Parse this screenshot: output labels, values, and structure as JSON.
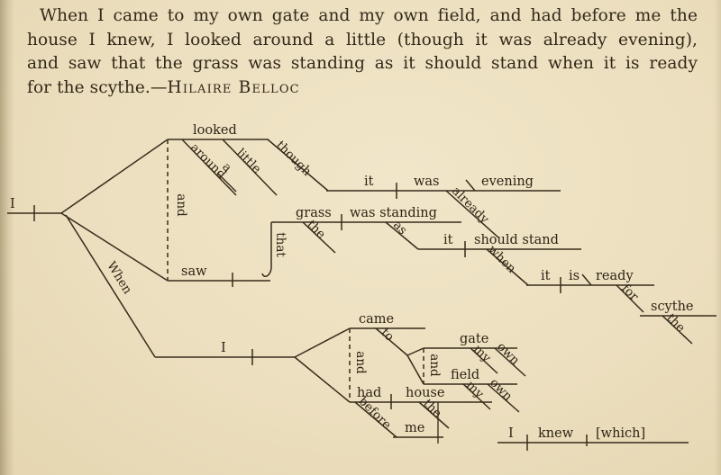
{
  "colors": {
    "paper": "#ecdfbf",
    "ink": "#2e2414",
    "line": "#372c1b"
  },
  "paragraph": {
    "lines": [
      "When I came to my own gate and my own field, and had before me the",
      "house I knew, I looked around a little (though it was already evening),",
      "and saw that the grass was standing as it should stand when it is ready",
      "for the scythe.—"
    ],
    "attribution": "Hilaire Belloc"
  },
  "diagram": {
    "main": {
      "subject": "I",
      "conj": "and",
      "verb1": "looked",
      "verb2": "saw",
      "mod_around": "around",
      "mod_a": "a",
      "mod_little": "little",
      "conj_though": "though",
      "conj_when": "When"
    },
    "though_clause": {
      "subject": "it",
      "verb": "was",
      "pred": "evening",
      "mod": "already"
    },
    "that_clause": {
      "conj": "that",
      "subject": "grass",
      "verb": "was standing",
      "mod_the": "the",
      "conj_as": "as"
    },
    "as_clause": {
      "subject": "it",
      "verb": "should stand",
      "conj_when": "when"
    },
    "when_clause": {
      "subject": "it",
      "verb": "is",
      "pred": "ready",
      "prep": "for",
      "obj": "scythe",
      "mod_the": "the"
    },
    "sub_clause": {
      "subject": "I",
      "conj": "and",
      "verb1": "came",
      "verb2": "had",
      "prep_to": "to",
      "obj_conj": "and",
      "obj1": "gate",
      "obj1_mods": [
        "my",
        "own"
      ],
      "obj2": "field",
      "obj2_mods": [
        "my",
        "own"
      ],
      "obj_had": "house",
      "mod_the": "the",
      "prep_before": "before",
      "prep_obj": "me"
    },
    "rel_clause": {
      "subject": "I",
      "verb": "knew",
      "obj": "[which]"
    }
  }
}
